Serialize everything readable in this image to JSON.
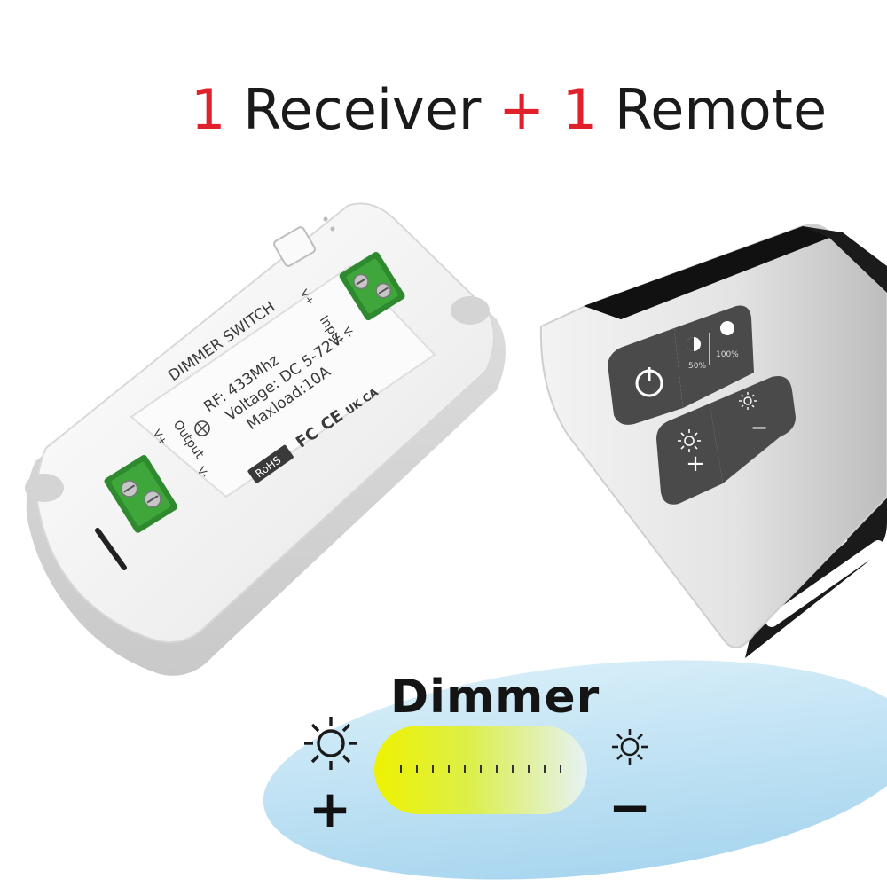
{
  "headline": {
    "count_receiver": "1",
    "receiver_text": " Receiver ",
    "plus": "+",
    "count_remote": " 1",
    "remote_text": " Remote",
    "accent_color": "#e0202a"
  },
  "receiver": {
    "brand_label": "DIMMER SWITCH",
    "rf_label": "RF: 433Mhz",
    "voltage_label": "Voltage: DC 5-72V",
    "maxload_label": "Maxload:10A",
    "input_label": "Input",
    "output_label": "Output",
    "terminal_v_plus": "V+",
    "terminal_v_minus": "V-",
    "rohs_label": "RoHS",
    "fc_label": "FC",
    "ce_label": "CE",
    "ukca_label": "UK CA"
  },
  "remote": {
    "buttons": [
      {
        "name": "power",
        "icon": "power-icon"
      },
      {
        "name": "preset",
        "icon": "brightness-preset-icon",
        "label_a": "50%",
        "label_b": "100%"
      },
      {
        "name": "brightness-up",
        "icon": "sun-icon",
        "symbol": "+"
      },
      {
        "name": "brightness-down",
        "icon": "sun-icon",
        "symbol": "−"
      }
    ],
    "body_color": "#e8e8e8",
    "button_color": "#4a4a4a"
  },
  "dimmer_graphic": {
    "title": "Dimmer",
    "plus": "+",
    "minus": "−",
    "bubble_color": "#bfe2f4",
    "bar_start_color": "#eef200",
    "bar_end_color": "#e4f0f5"
  }
}
